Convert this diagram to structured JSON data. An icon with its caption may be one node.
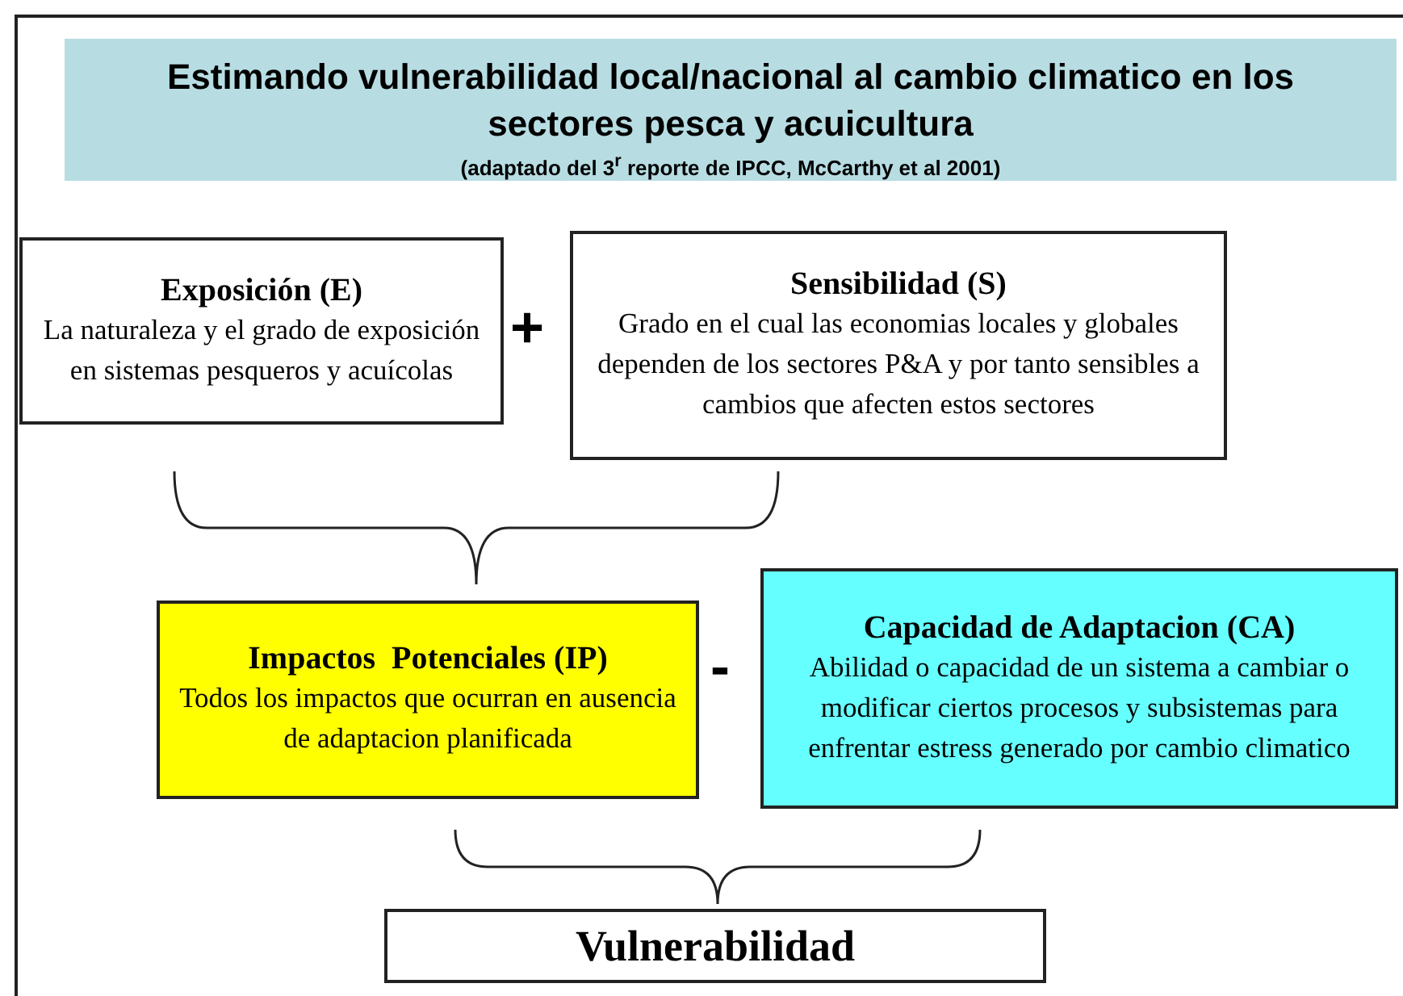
{
  "diagram": {
    "title": "Estimando vulnerabilidad local/nacional al cambio climatico en los sectores pesca y acuicultura",
    "caption": "(adaptado del 3$^{r}$ reporte de IPCC, McCarthy et al 2001)",
    "nodes": [
      {
        "text": [
          "Exposición (E)",
          "La naturaleza y el grado de exposición en sistemas pesqueros y acuícolas"
        ]
      },
      {
        "text": [
          "Sensibilidad (S)",
          "Grado en el cual las economias locales y globales dependen de los sectores P&A y por tanto sensibles a cambios que afecten estos sectores"
        ]
      },
      {
        "text": [
          "Impactos  Potenciales (IP)",
          "Todos los impactos que ocurran en ausencia de adaptacion planificada"
        ]
      },
      {
        "text": [
          "Capacidad de Adaptacion (CA)",
          "Abilidad o capacidad de un sistema a cambiar o modificar ciertos procesos y subsistemas para enfrentar estress generado por cambio climatico"
        ]
      },
      {
        "text": [
          "Vulnerabilidad"
        ]
      }
    ],
    "labels": [
      "+",
      "-"
    ]
  }
}
